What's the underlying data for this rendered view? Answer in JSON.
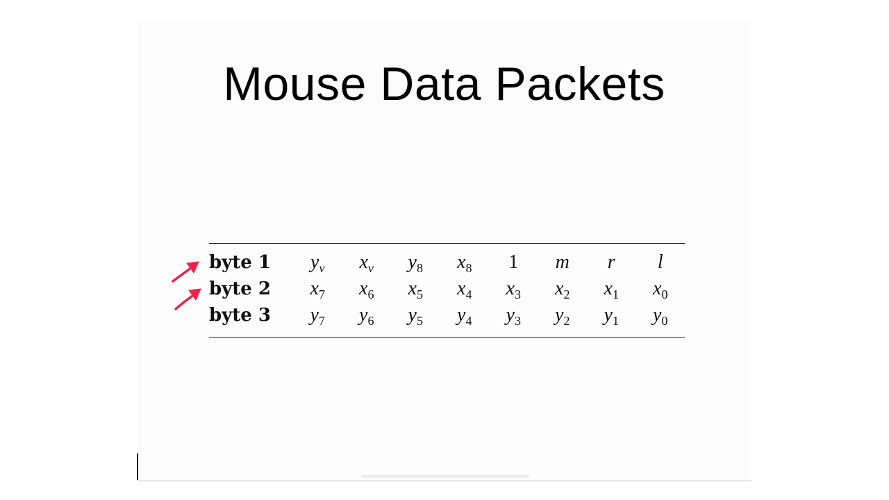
{
  "slide": {
    "title": "Mouse Data Packets"
  },
  "packet_table": {
    "rows": [
      {
        "label": "byte 1",
        "bits": [
          {
            "base": "y",
            "sub": "v"
          },
          {
            "base": "x",
            "sub": "v"
          },
          {
            "base": "y",
            "sub": "8"
          },
          {
            "base": "x",
            "sub": "8"
          },
          {
            "base": "1",
            "sub": ""
          },
          {
            "base": "m",
            "sub": ""
          },
          {
            "base": "r",
            "sub": ""
          },
          {
            "base": "l",
            "sub": ""
          }
        ]
      },
      {
        "label": "byte 2",
        "bits": [
          {
            "base": "x",
            "sub": "7"
          },
          {
            "base": "x",
            "sub": "6"
          },
          {
            "base": "x",
            "sub": "5"
          },
          {
            "base": "x",
            "sub": "4"
          },
          {
            "base": "x",
            "sub": "3"
          },
          {
            "base": "x",
            "sub": "2"
          },
          {
            "base": "x",
            "sub": "1"
          },
          {
            "base": "x",
            "sub": "0"
          }
        ]
      },
      {
        "label": "byte 3",
        "bits": [
          {
            "base": "y",
            "sub": "7"
          },
          {
            "base": "y",
            "sub": "6"
          },
          {
            "base": "y",
            "sub": "5"
          },
          {
            "base": "y",
            "sub": "4"
          },
          {
            "base": "y",
            "sub": "3"
          },
          {
            "base": "y",
            "sub": "2"
          },
          {
            "base": "y",
            "sub": "1"
          },
          {
            "base": "y",
            "sub": "0"
          }
        ]
      }
    ]
  },
  "annotations": {
    "arrow_color": "#e8264a",
    "arrows_point_to": [
      "byte 1",
      "byte 2"
    ]
  }
}
